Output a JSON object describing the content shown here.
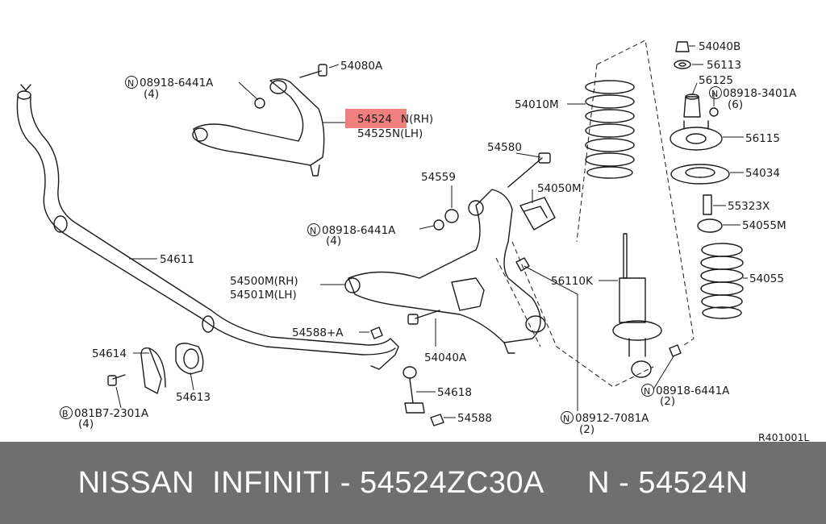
{
  "highlight_color": "#f08080",
  "labels": {
    "p54040B": "54040B",
    "p56113": "56113",
    "p56125": "56125",
    "n_08918_3401A": "08918-3401A",
    "q6": "(6)",
    "p56115": "56115",
    "p54034": "54034",
    "p55323X": "55323X",
    "p54055M": "54055M",
    "p54055": "54055",
    "p54010M": "54010M",
    "p54080A": "54080A",
    "n_08918_6441A_top": "08918-6441A",
    "q4_top": "(4)",
    "p54524N_code": "54524",
    "p54524N_suffix": "N(RH)",
    "p54525N": "54525N(LH)",
    "p54580": "54580",
    "p54559": "54559",
    "p54050M": "54050M",
    "n_08918_6441A_mid": "08918-6441A",
    "q4_mid": "(4)",
    "p54611": "54611",
    "p54500M": "54500M(RH)",
    "p54501M": "54501M(LH)",
    "p56110K": "56110K",
    "p54588A": "54588+A",
    "p54040A": "54040A",
    "p54614": "54614",
    "p54613": "54613",
    "p54618": "54618",
    "p54588": "54588",
    "b_081B7_2301A": "081B7-2301A",
    "q4_bot": "(4)",
    "n_08912_7081A": "08912-7081A",
    "q2_a": "(2)",
    "n_08918_6441A_right": "08918-6441A",
    "q2_b": "(2)",
    "ref": "R401001L",
    "circle_N": "N",
    "circle_B": "B"
  },
  "caption": "NISSAN  INFINITI - 54524ZC30A     N - 54524N"
}
